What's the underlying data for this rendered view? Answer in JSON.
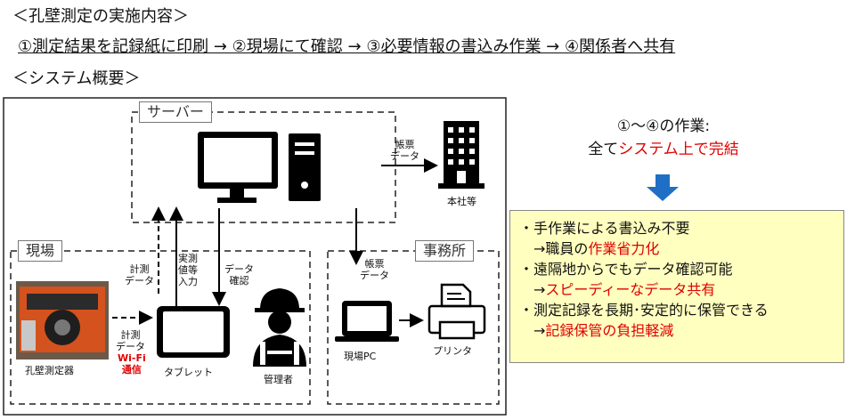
{
  "heading_procedure": "＜孔壁測定の実施内容＞",
  "procedure_flow": "①測定結果を記録紙に印刷 → ②現場にて確認 → ③必要情報の書込み作業 → ④関係者へ共有",
  "heading_system": "＜システム概要＞",
  "diagram": {
    "server_label": "サーバー",
    "site_label": "現場",
    "office_label": "事務所",
    "head_office": "本社等",
    "report_data_1": "帳票\nデータ",
    "report_data_2": "帳票\nデータ",
    "measure_data_1": "計測\nデータ",
    "measured_values": "実測\n値等\n入力",
    "data_confirm": "データ\n確認",
    "measure_data_2": "計測\nデータ",
    "wifi": "Wi-Fi\n通信",
    "device": "孔壁測定器",
    "tablet": "タブレット",
    "manager": "管理者",
    "site_pc": "現場PC",
    "printer": "プリンタ"
  },
  "summary": {
    "line1": "①～④の作業:",
    "line2_prefix": "全て",
    "line2_highlight": "システム上で完結",
    "arrow_color": "#1f6fc5"
  },
  "benefits": [
    {
      "text": "・手作業による書込み不要",
      "sub_prefix": "→職員の",
      "sub_highlight": "作業省力化"
    },
    {
      "text": "・遠隔地からでもデータ確認可能",
      "sub_prefix": "→",
      "sub_highlight": "スピーディーなデータ共有"
    },
    {
      "text": "・測定記録を長期･安定的に保管できる",
      "sub_prefix": "→",
      "sub_highlight": "記録保管の負担軽減"
    }
  ],
  "colors": {
    "highlight": "#e00000",
    "benefit_bg": "#ffffc0"
  }
}
